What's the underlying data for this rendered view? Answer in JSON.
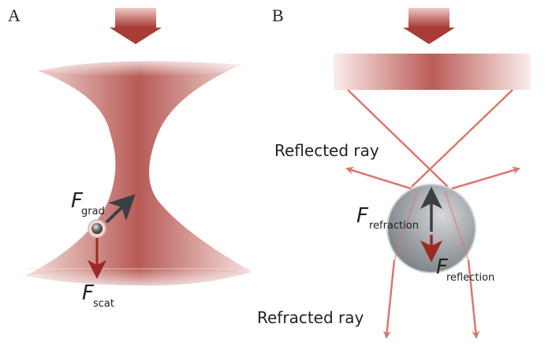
{
  "panels": {
    "a": {
      "label": "A",
      "forces": {
        "gradient": {
          "symbol": "F",
          "subscript": "grad"
        },
        "scattering": {
          "symbol": "F",
          "subscript": "scat"
        }
      }
    },
    "b": {
      "label": "B",
      "ray_labels": {
        "reflected": "Reflected ray",
        "refracted": "Refracted ray"
      },
      "forces": {
        "refraction": {
          "symbol": "F",
          "subscript": "refraction"
        },
        "reflection": {
          "symbol": "F",
          "subscript": "reflection"
        }
      }
    }
  },
  "colors": {
    "beam": "#b85a55",
    "beam_light": "#f2d6d3",
    "ray": "#d9786f",
    "dark_arrow": "#3a3f42",
    "red_arrow": "#9c2a22",
    "sphere": "#9ea2a6"
  }
}
